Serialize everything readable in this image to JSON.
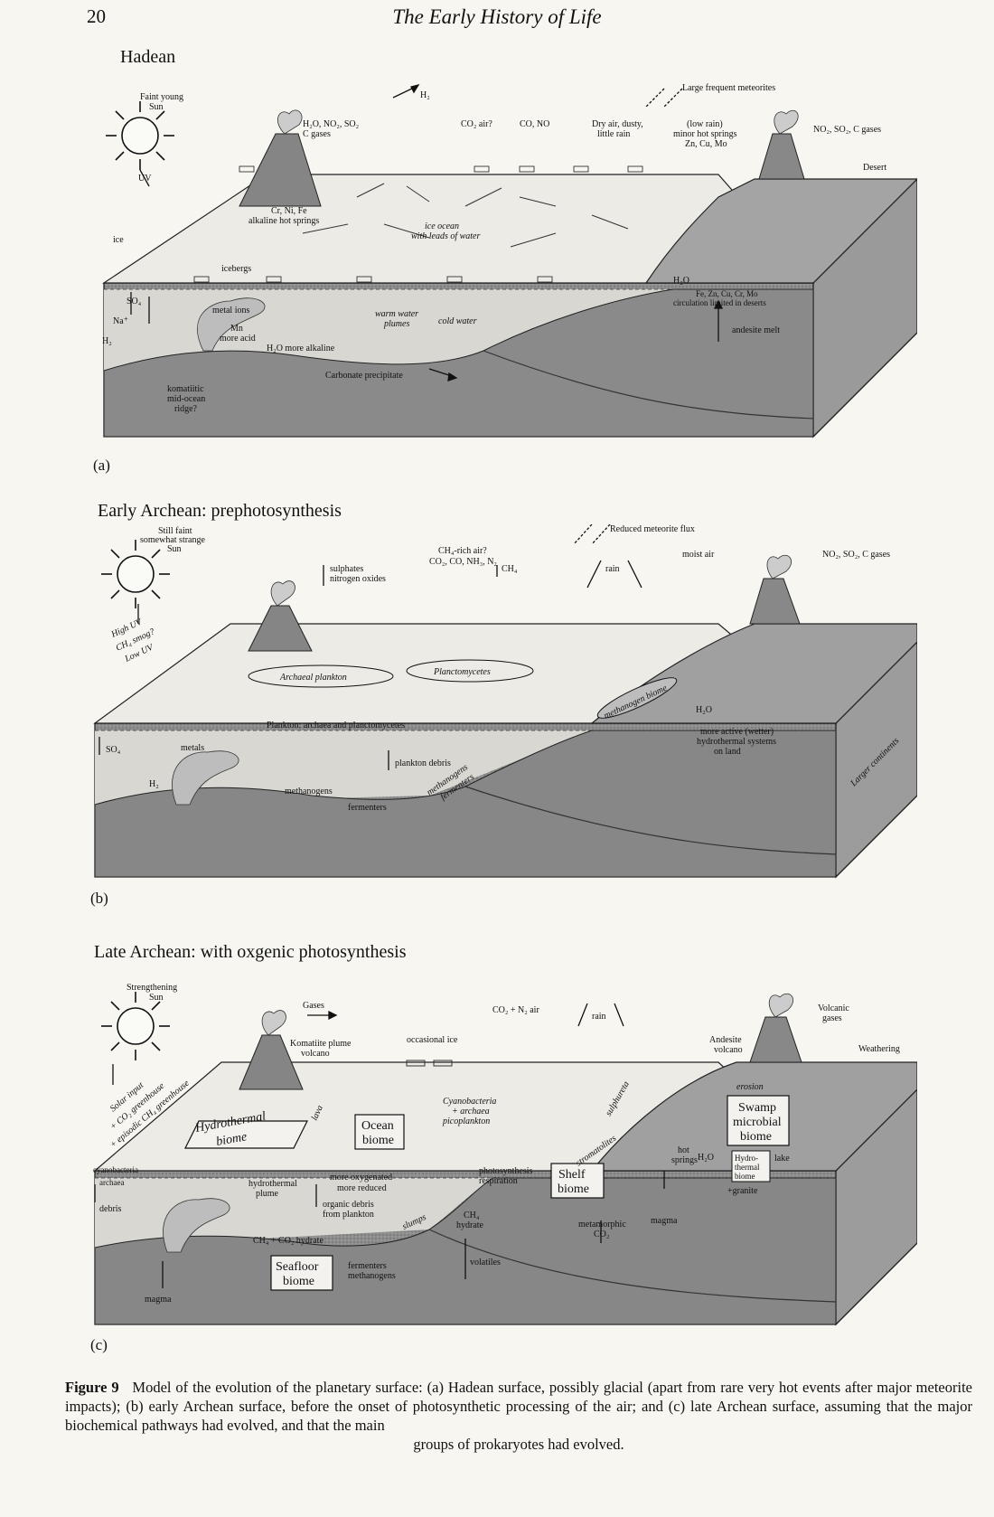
{
  "header": {
    "page_number": "20",
    "running_title": "The Early History of Life"
  },
  "panels": [
    {
      "title": "Hadean",
      "letter": "(a)",
      "labels": {
        "sun": [
          "Faint young",
          "Sun"
        ],
        "uv": "UV",
        "h2_top": "H₂",
        "meteorites": "Large frequent meteorites",
        "volcano_gases": [
          "H₂O, NO₂, SO₂",
          "C gases"
        ],
        "co2_air": "CO₂ air?",
        "co_no": "CO, NO",
        "dry_air": [
          "Dry air, dusty,",
          "little rain"
        ],
        "low_rain": [
          "(low rain)",
          "minor hot springs",
          "Zn, Cu, Mo"
        ],
        "right_gases": "NO₂, SO₂, C gases",
        "desert": "Desert",
        "metals_springs": [
          "Cr, Ni, Fe",
          "alkaline hot springs"
        ],
        "ice": "ice",
        "ocean": [
          "ice ocean",
          "with leads of water"
        ],
        "icebergs": "icebergs",
        "h2o": "H₂O",
        "land_metals": [
          "Fe, Zn, Cu, Cr, Mo",
          "circulation limited in deserts"
        ],
        "so4": "SO₄",
        "na": "Na⁺",
        "h2": "H₂",
        "metal_ions": "metal ions",
        "mn": [
          "Mn",
          "more acid"
        ],
        "warm_plumes": [
          "warm water",
          "plumes"
        ],
        "cold_water": "cold water",
        "h2o_alkaline": "H₂O more alkaline",
        "andesite": "andesite melt",
        "carbonate": "Carbonate precipitate",
        "ridge": [
          "komatiitic",
          "mid-ocean",
          "ridge?"
        ]
      }
    },
    {
      "title": "Early Archean: prephotosynthesis",
      "letter": "(b)",
      "labels": {
        "sun": [
          "Still faint",
          "somewhat strange",
          "Sun"
        ],
        "reduced_flux": "Reduced meteorite flux",
        "ch4_air": "CH₄-rich air?",
        "air_mix": "CO₂, CO, NH₃, N₂",
        "moist_air": "moist air",
        "rain": "rain",
        "right_gases": "NO₂, SO₂, C gases",
        "high_uv": "High UV",
        "smog": "CH₄ smog?",
        "low_uv": "Low UV",
        "sulphates": [
          "sulphates",
          "nitrogen oxides"
        ],
        "ch4": "CH₄",
        "archaeal": "Archaeal plankton",
        "planctomycetes": "Planctomycetes",
        "methanogen_biome": "methanogen biome",
        "h2o": "H₂O",
        "hydrothermal": [
          "more active (wetter)",
          "hydrothermal systems",
          "on land"
        ],
        "continents": "Larger continents",
        "plankton": "Plankton: archaea and planctomycetes",
        "so4": "SO₄",
        "metals": "metals",
        "debris": "plankton debris",
        "h2": "H₂",
        "methanogens": "methanogens",
        "fermenters": "fermenters",
        "slope": [
          "methanogens",
          "fermenters"
        ]
      }
    },
    {
      "title": "Late Archean: with oxgenic photosynthesis",
      "letter": "(c)",
      "labels": {
        "sun": [
          "Strengthening",
          "Sun"
        ],
        "gases": "Gases",
        "co2_n2": "CO₂ + N₂ air",
        "rain": "rain",
        "volcanic_gases": [
          "Volcanic",
          "gases"
        ],
        "komatiite": [
          "Komatiite plume",
          "volcano"
        ],
        "occasional_ice": "occasional ice",
        "andesite": [
          "Andesite",
          "volcano"
        ],
        "weathering": "Weathering",
        "solar_input": [
          "Solar input",
          "+ CO₂ greenhouse",
          "+ episodic CH₄ greenhouse"
        ],
        "lava": "lava",
        "cyano_plank": [
          "Cyanobacteria",
          "+ archaea",
          "picoplankton"
        ],
        "sulphuretum": "sulphureta",
        "erosion": "erosion",
        "stromatolites": "stromatolites",
        "hydrothermal_biome": [
          "Hydrothermal",
          "biome"
        ],
        "ocean_biome": [
          "Ocean",
          "biome"
        ],
        "swamp": [
          "Swamp",
          "microbial",
          "biome"
        ],
        "cyano_archaea": [
          "cyanobacteria",
          "archaea"
        ],
        "oxygenated": [
          "more oxygenated",
          "more reduced"
        ],
        "photo_resp": [
          "photosynthesis",
          "respiration"
        ],
        "shelf": [
          "Shelf",
          "biome"
        ],
        "hot_springs": [
          "hot",
          "springs"
        ],
        "h2o": "H₂O",
        "hydro_lake": [
          "Hydro-",
          "thermal",
          "biome"
        ],
        "lake": "lake",
        "granite": "+granite",
        "debris": "debris",
        "plume": [
          "hydrothermal",
          "plume"
        ],
        "organic": [
          "organic debris",
          "from plankton"
        ],
        "slumps": "slumps",
        "ch4_hydrate": [
          "CH₄",
          "hydrate"
        ],
        "metamorphic": [
          "metamorphic",
          "CO₂"
        ],
        "magma": "magma",
        "hydrate": "CH₄ + CO₂ hydrate",
        "seafloor": [
          "Seafloor",
          "biome"
        ],
        "fermenters": [
          "fermenters",
          "methanogens"
        ],
        "volatiles": "volatiles",
        "magma_bottom": "magma"
      }
    }
  ],
  "caption": {
    "label": "Figure 9",
    "text": "Model of the evolution of the planetary surface: (a) Hadean surface, possibly glacial (apart from rare very hot events after major meteorite impacts); (b) early Archean surface, before the onset of photosynthetic processing of the air; and (c) late Archean surface, assuming that the major biochemical pathways had evolved, and that the main",
    "last_line": "groups of prokaryotes had evolved."
  }
}
